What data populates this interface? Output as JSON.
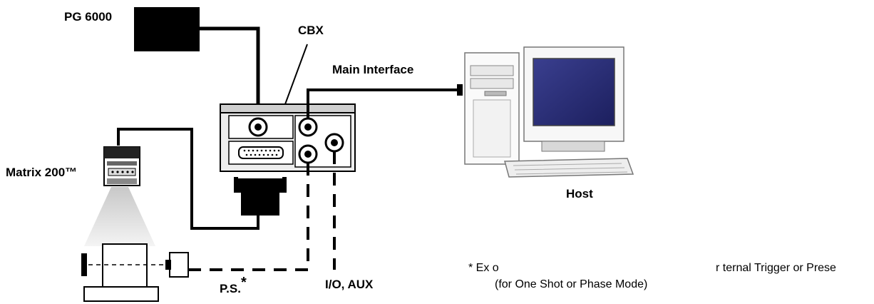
{
  "labels": {
    "pg6000": "PG 6000",
    "cbx": "CBX",
    "main_interface": "Main Interface",
    "matrix": "Matrix 200™",
    "host": "Host",
    "ps": "P.S.",
    "ps_asterisk": "*",
    "io_aux": "I/O,  AUX"
  },
  "note": {
    "line1_a": "* Ex o",
    "line1_b": "r ternal Trigger or Prese",
    "line2": "(for One Shot or Phase Mode)"
  }
}
